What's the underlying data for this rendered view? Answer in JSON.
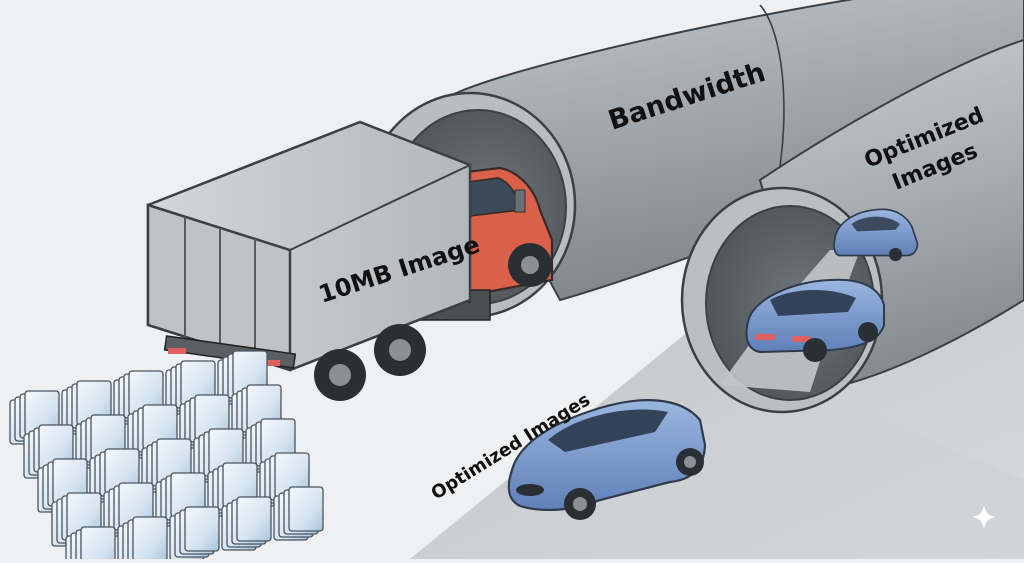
{
  "labels": {
    "bandwidth": "Bandwidth",
    "truck": "10MB Image",
    "tunnel_line1": "Optimized",
    "tunnel_line2": "Images",
    "road": "Optimized Images"
  },
  "colors": {
    "background": "#eef0f2",
    "pipe": "#9aa1a6",
    "truck_cab": "#d9614a",
    "truck_box": "#c9cdd0",
    "car": "#7b9ccf",
    "road": "#d2d5d8",
    "image_stack": "#cfe0ee"
  },
  "icons": {
    "corner": "sparkle-icon"
  }
}
